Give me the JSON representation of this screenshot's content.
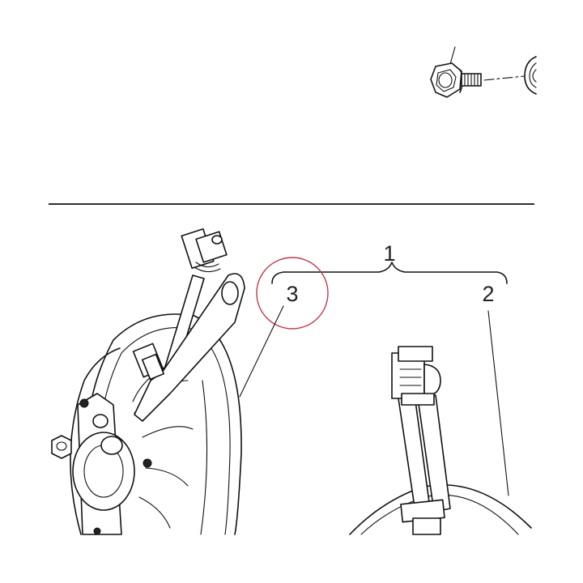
{
  "callouts": {
    "assembly": "1",
    "fan_right": "2",
    "fan_left": "3"
  },
  "colors": {
    "highlight_circle": "#c0394b",
    "ink": "#111111"
  }
}
